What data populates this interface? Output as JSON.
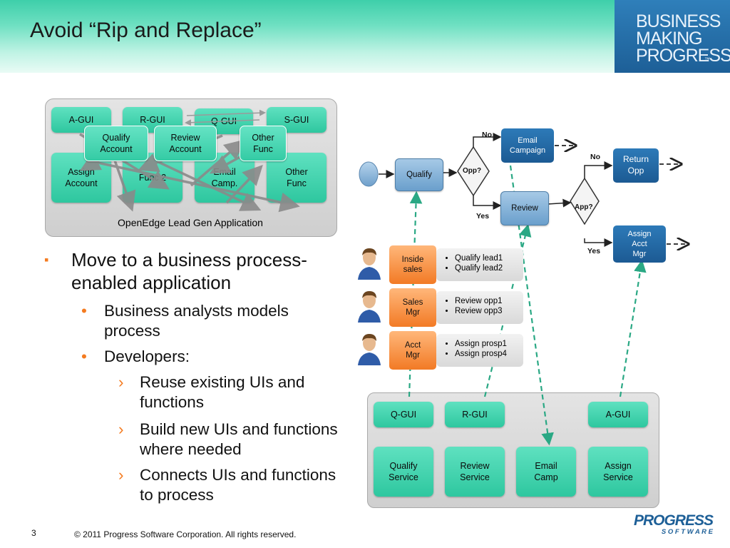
{
  "slide": {
    "title": "Avoid “Rip and Replace”",
    "brand": [
      "BUSINESS",
      "MAKING",
      "PROGRESS",
      "™"
    ],
    "page_number": "3",
    "copyright": "© 2011 Progress Software Corporation. All rights reserved.",
    "logo": {
      "word1": "PROGRESS",
      "word2": "S O F T W A R E"
    }
  },
  "legacy_app": {
    "caption": "OpenEdge Lead Gen Application",
    "guis": [
      "A-GUI",
      "R-GUI",
      "Q-GUI",
      "S-GUI"
    ],
    "functions": [
      "Assign\nAccount",
      "Func 2",
      "Email\nCamp.",
      "Other\nFunc"
    ],
    "overlay": [
      "Qualify\nAccount",
      "Review\nAccount",
      "Other\nFunc"
    ]
  },
  "bullets": {
    "level1": [
      "Move to a business process-enabled application"
    ],
    "level2": [
      "Business analysts models process",
      "Developers:"
    ],
    "level3": [
      "Reuse existing UIs and functions",
      "Build new UIs and functions where needed",
      "Connects UIs and functions to process"
    ],
    "marker1": "▪",
    "marker2": "•",
    "marker3": "›"
  },
  "process": {
    "qualify": "Qualify",
    "email_campaign": "Email\nCampaign",
    "review": "Review",
    "return_opp": "Return\nOpp",
    "assign_acct_mgr": "Assign\nAcct\nMgr",
    "decision1": "Opp?",
    "decision2": "App?",
    "labels": {
      "no1": "No",
      "yes1": "Yes",
      "no2": "No",
      "yes2": "Yes"
    }
  },
  "roles": [
    {
      "name": "Inside\nsales",
      "tasks": [
        "Qualify lead1",
        "Qualify lead2"
      ]
    },
    {
      "name": "Sales\nMgr",
      "tasks": [
        "Review opp1",
        "Review opp3"
      ]
    },
    {
      "name": "Acct\nMgr",
      "tasks": [
        "Assign prosp1",
        "Assign prosp4"
      ]
    }
  ],
  "services_panel": {
    "guis": [
      "Q-GUI",
      "R-GUI",
      "A-GUI"
    ],
    "services": [
      "Qualify\nService",
      "Review\nService",
      "Email\nCamp",
      "Assign\nService"
    ]
  },
  "colors": {
    "teal": "#2ec79f",
    "navy": "#1c5a93",
    "orange": "#f27a25",
    "arrow_dash": "#2aa884"
  }
}
